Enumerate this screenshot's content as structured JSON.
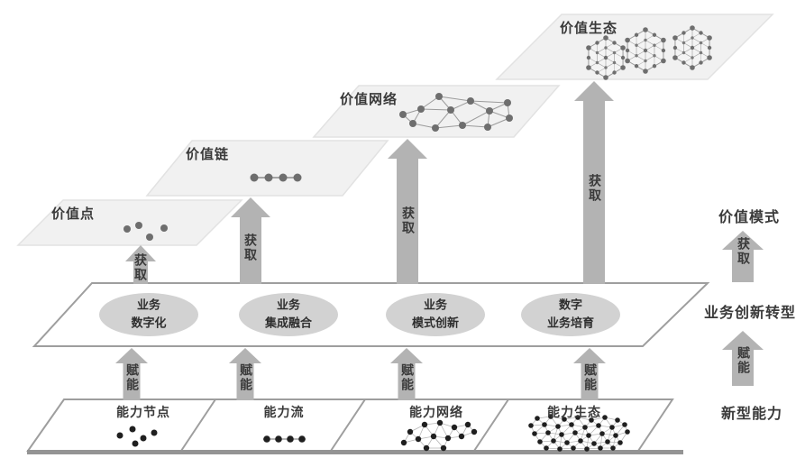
{
  "labels": {
    "acquire": "获取",
    "enable": "赋能"
  },
  "tiers": [
    {
      "label": "价值点"
    },
    {
      "label": "价值链"
    },
    {
      "label": "价值网络"
    },
    {
      "label": "价值生态"
    }
  ],
  "transform_band": {
    "ellipses": [
      {
        "line1": "业务",
        "line2": "数字化"
      },
      {
        "line1": "业务",
        "line2": "集成融合"
      },
      {
        "line1": "业务",
        "line2": "模式创新"
      },
      {
        "line1": "数字",
        "line2": "业务培育"
      }
    ]
  },
  "capability_band": {
    "cells": [
      {
        "label": "能力节点"
      },
      {
        "label": "能力流"
      },
      {
        "label": "能力网络"
      },
      {
        "label": "能力生态"
      }
    ]
  },
  "legend": {
    "value_model": "价值模式",
    "acquire": "获取",
    "transform": "业务创新转型",
    "enable": "赋能",
    "new_capability": "新型能力"
  },
  "colors": {
    "arrow": "#b3b3b3",
    "tier_fill": "#f1f1f1",
    "tier_border": "#e2e2e2",
    "band_border": "#9e9e9e",
    "ellipse_fill": "#d2d2d2",
    "text": "#3a3a3a",
    "dot_gray": "#6e6e6e",
    "dot_dark": "#1f1f1f",
    "baseline": "#949494"
  }
}
